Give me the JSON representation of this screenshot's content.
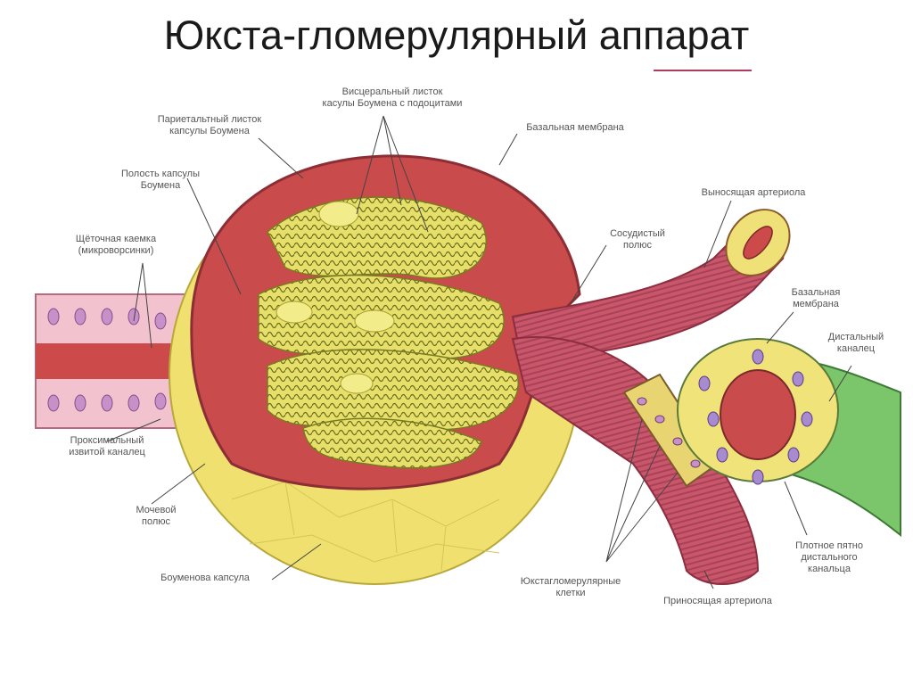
{
  "title": "Юкста-гломерулярный аппарат",
  "labels": {
    "visceral": "Висцеральный листок\nкасулы Боумена с подоцитами",
    "parietal": "Париетальтный листок\nкапсулы Боумена",
    "basal_top": "Базальная мембрана",
    "cavity": "Полость капсулы\nБоумена",
    "brush": "Щёточная каемка\n(микроворсинки)",
    "efferent": "Выносящая артериола",
    "vascular_pole": "Сосудистый\nполюс",
    "basal_right": "Базальная\nмембрана",
    "distal": "Дистальный\nканалец",
    "proximal": "Проксимальный\nизвитой каналец",
    "urinary_pole": "Мочевой\nполюс",
    "bowman": "Боуменова капсула",
    "jg_cells": "Юкстагломерулярные\nклетки",
    "macula": "Плотное пятно\nдистального\nканальца",
    "afferent": "Приносящая артериола"
  },
  "colors": {
    "capsule_yellow": "#f2e36a",
    "cavity_red": "#c44a4a",
    "vessel_pink": "#c85a6a",
    "tubule_green": "#79c46a",
    "glomerulus": "#d8d24a",
    "tubule_wall": "#f2c0cc"
  }
}
